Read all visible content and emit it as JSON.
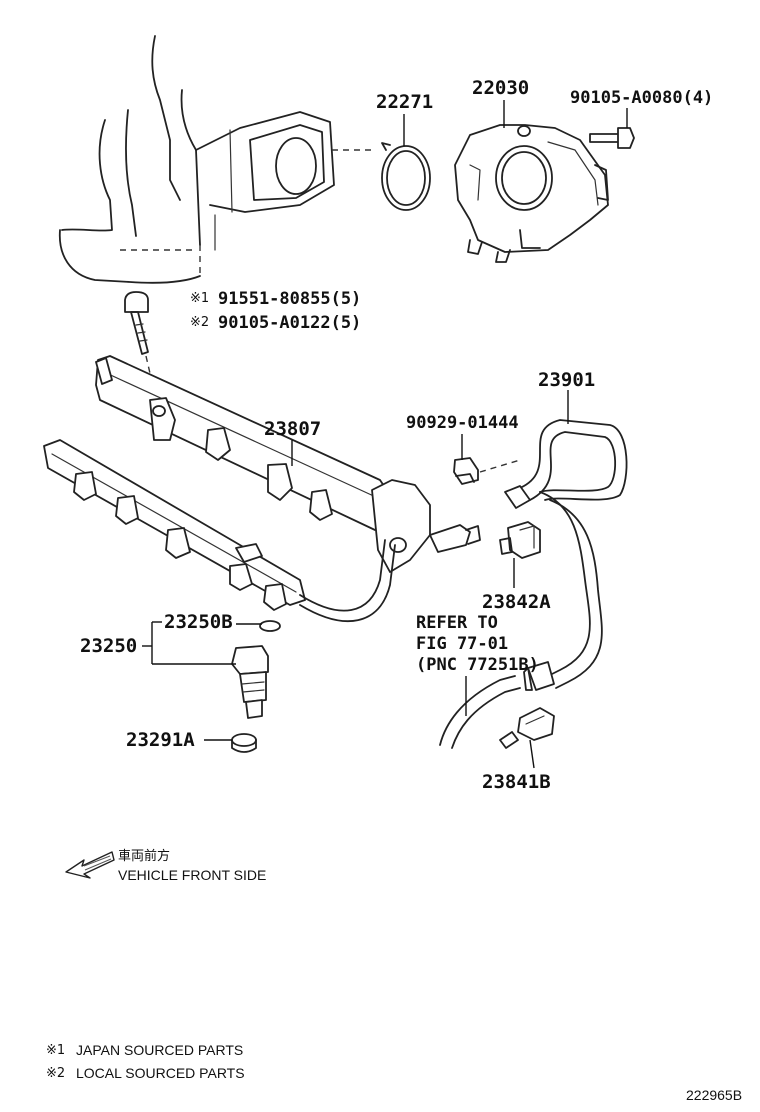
{
  "parts": {
    "p22271": "22271",
    "p22030": "22030",
    "p90105_a0080": "90105-A0080(4)",
    "p91551": "91551-80855(5)",
    "p90105_a0122": "90105-A0122(5)",
    "p23807": "23807",
    "p90929": "90929-01444",
    "p23901": "23901",
    "p23842a": "23842A",
    "p23250b": "23250B",
    "p23250": "23250",
    "p23291a": "23291A",
    "p23841b": "23841B"
  },
  "markers": {
    "m1": "※1",
    "m2": "※2"
  },
  "refer": {
    "line1": "REFER TO",
    "line2": "FIG 77-01",
    "line3": "(PNC 77251B)"
  },
  "direction": {
    "japanese": "車両前方",
    "english": "VEHICLE FRONT SIDE",
    "icon": "arrow-left-icon"
  },
  "legend": {
    "note1_marker": "※1",
    "note1_text": "JAPAN SOURCED PARTS",
    "note2_marker": "※2",
    "note2_text": "LOCAL SOURCED PARTS"
  },
  "figure_id": "222965B"
}
